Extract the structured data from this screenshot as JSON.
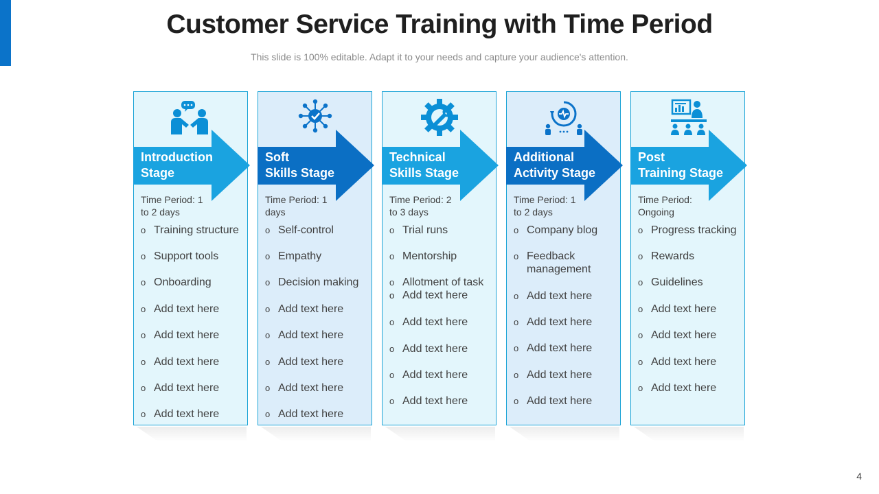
{
  "slide": {
    "title": "Customer Service Training with Time Period",
    "subtitle": "This slide is 100% editable. Adapt it to your needs and capture your audience's attention.",
    "page_number": "4"
  },
  "colors": {
    "accent_dark": "#0b73c9",
    "accent_light": "#1aa3d6",
    "card_light": "#e3f6fc",
    "card_mid": "#dcedfa"
  },
  "stages": [
    {
      "icon": "handshake-chat-icon",
      "title_lines": [
        "Introduction",
        "Stage"
      ],
      "period_lines": [
        "Time Period: 1",
        "to 2 days"
      ],
      "items": [
        "Training structure",
        "Support tools",
        "Onboarding",
        "Add text here",
        "Add text here",
        "Add text here",
        "Add text here",
        "Add text here"
      ]
    },
    {
      "icon": "network-check-icon",
      "title_lines": [
        "Soft",
        "Skills Stage"
      ],
      "period_lines": [
        "Time Period: 1",
        "days"
      ],
      "items": [
        "Self-control",
        "Empathy",
        "Decision making",
        "Add text here",
        "Add text here",
        "Add text here",
        "Add text here",
        "Add text here"
      ]
    },
    {
      "icon": "gear-wrench-icon",
      "title_lines": [
        "Technical",
        "Skills Stage"
      ],
      "period_lines": [
        "Time Period: 2",
        "to 3 days"
      ],
      "items": [
        "Trial runs",
        "Mentorship",
        "Allotment of task",
        "",
        "Add text here",
        "Add text here",
        "Add text here",
        "Add text here",
        "Add text here"
      ]
    },
    {
      "icon": "cycle-people-icon",
      "title_lines": [
        "Additional",
        "Activity Stage"
      ],
      "period_lines": [
        "Time Period: 1",
        "to 2 days"
      ],
      "items": [
        "Company blog",
        "Feedback management",
        "Add text here",
        "Add text here",
        "Add text here",
        "Add text here",
        "Add text here"
      ]
    },
    {
      "icon": "presentation-audience-icon",
      "title_lines": [
        "Post",
        "Training Stage"
      ],
      "period_lines": [
        "Time Period:",
        "Ongoing"
      ],
      "items": [
        "Progress tracking",
        "Rewards",
        "Guidelines",
        "Add text here",
        "Add text here",
        "Add text here",
        "Add text here"
      ]
    }
  ]
}
